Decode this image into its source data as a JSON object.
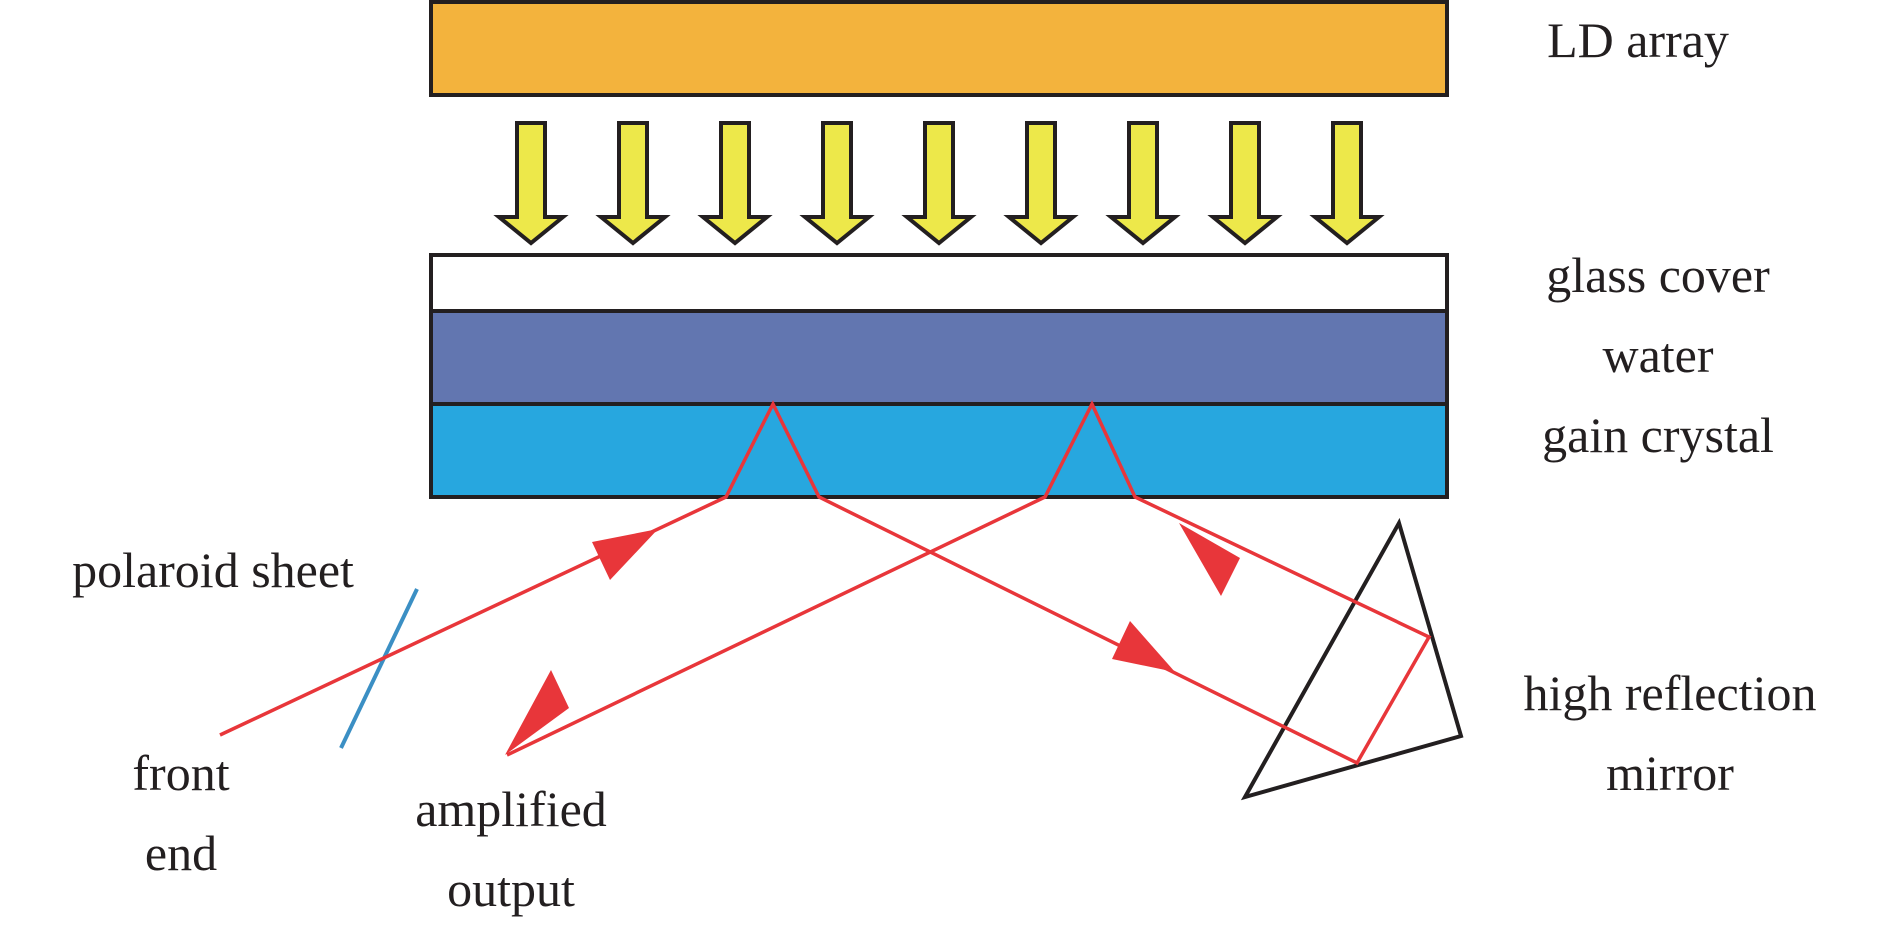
{
  "labels": {
    "ld_array": "LD array",
    "glass_cover": "glass cover",
    "water": "water",
    "gain_crystal": "gain crystal",
    "polaroid_sheet": "polaroid sheet",
    "front": "front",
    "end": "end",
    "amplified": "amplified",
    "output": "output",
    "high_reflection": "high reflection",
    "mirror": "mirror"
  },
  "colors": {
    "ld_array": "#f3b33d",
    "pump_arrow": "#ede84a",
    "glass_cover": "#ffffff",
    "water": "#6276b0",
    "gain_crystal": "#27a7df",
    "beam": "#e8363a",
    "polaroid": "#3b8fc4",
    "outline": "#231f20"
  }
}
